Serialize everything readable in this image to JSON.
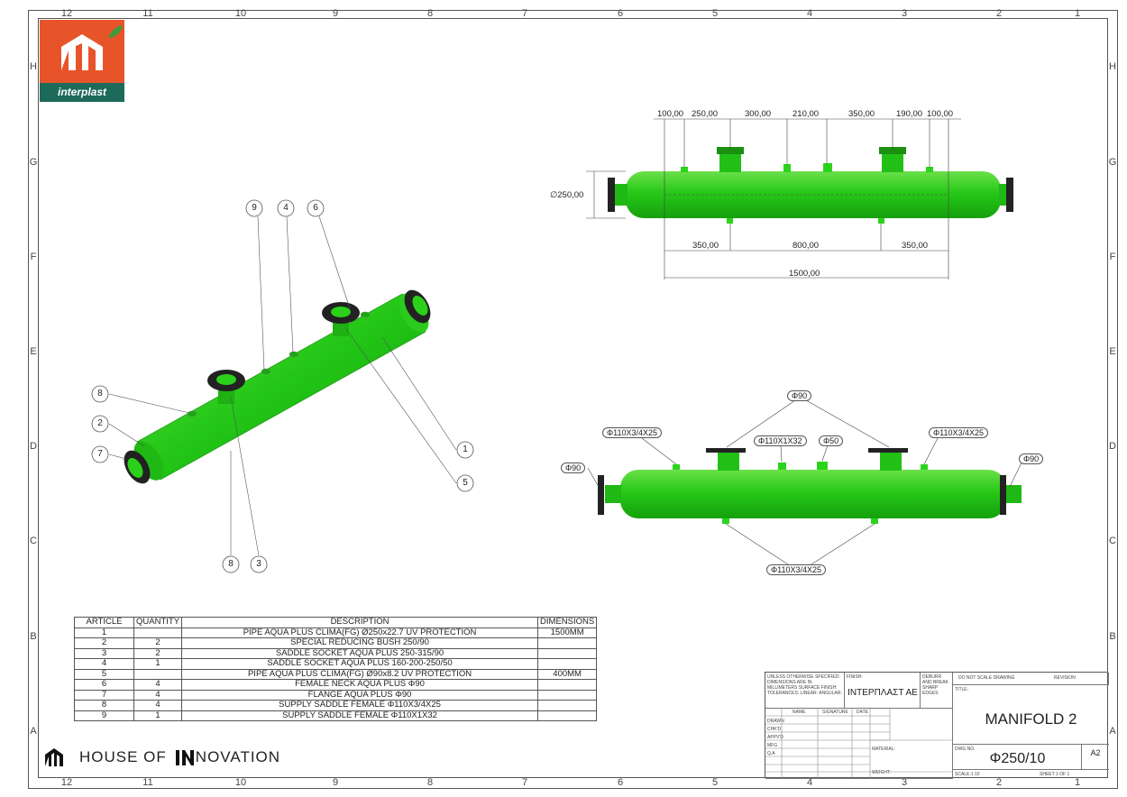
{
  "zones": {
    "columns": [
      "12",
      "11",
      "10",
      "9",
      "8",
      "7",
      "6",
      "5",
      "4",
      "3",
      "2",
      "1"
    ],
    "rows": [
      "H",
      "G",
      "F",
      "E",
      "D",
      "C",
      "B",
      "A"
    ]
  },
  "logo": {
    "brand": "interplast"
  },
  "footer_brand": {
    "part1": "HOUSE OF",
    "part2": "NOVATION"
  },
  "balloons": [
    "9",
    "4",
    "6",
    "8",
    "2",
    "7",
    "1",
    "5",
    "8",
    "3"
  ],
  "dimensions_top": {
    "spacings": [
      "100,00",
      "250,00",
      "300,00",
      "210,00",
      "350,00",
      "190,00",
      "100,00"
    ],
    "diameter": "∅250,00",
    "lower": [
      "350,00",
      "800,00",
      "350,00"
    ],
    "overall": "1500,00"
  },
  "callouts_front": {
    "top_phi90": "Φ90",
    "left_saddle": "Φ110X3/4X25",
    "mid_saddle": "Φ110X1X32",
    "phi50": "Φ50",
    "right_saddle": "Φ110X3/4X25",
    "left_end": "Φ90",
    "right_end": "Φ90",
    "bottom_saddle": "Φ110X3/4X25"
  },
  "bom": {
    "headers": [
      "ARTICLE",
      "QUANTITY",
      "DESCRIPTION",
      "DIMENSIONS"
    ],
    "rows": [
      [
        "1",
        "",
        "PIPE AQUA PLUS CLIMA(FG) Ø250x22.7 UV PROTECTION",
        "1500MM"
      ],
      [
        "2",
        "2",
        "SPECIAL REDUCING BUSH 250/90",
        ""
      ],
      [
        "3",
        "2",
        "SADDLE SOCKET AQUA PLUS 250-315/90",
        ""
      ],
      [
        "4",
        "1",
        "SADDLE SOCKET AQUA PLUS 160-200-250/50",
        ""
      ],
      [
        "5",
        "",
        "PIPE AQUA PLUS CLIMA(FG) Ø90x8.2 UV PROTECTION",
        "400MM"
      ],
      [
        "6",
        "4",
        "FEMALE NECK AQUA PLUS Φ90",
        ""
      ],
      [
        "7",
        "4",
        "FLANGE AQUA PLUS Φ90",
        ""
      ],
      [
        "8",
        "4",
        "SUPPLY SADDLE FEMALE Φ110X3/4X25",
        ""
      ],
      [
        "9",
        "1",
        "SUPPLY SADDLE FEMALE Φ110X1X32",
        ""
      ]
    ]
  },
  "title_block": {
    "notes": "UNLESS OTHERWISE SPECIFIED: DIMENSIONS ARE IN MILLIMETERS SURFACE FINISH: TOLERANCES: LINEAR: ANGULAR:",
    "finish_label": "FINISH:",
    "deburr": "DEBURR AND BREAK SHARP EDGES",
    "do_not_scale": "DO NOT SCALE DRAWING",
    "revision": "REVISION",
    "company": "ΙΝΤΕΡΠΛΑΣΤ ΑΕ",
    "name_col": "NAME",
    "signature_col": "SIGNATURE",
    "date_col": "DATE",
    "roles": [
      "DRAWN",
      "CHK'D",
      "APPV'D",
      "MFG",
      "Q.A"
    ],
    "title_label": "TITLE:",
    "title": "MANIFOLD 2",
    "material_label": "MATERIAL:",
    "dwg_label": "DWG NO.",
    "dwg_no": "Φ250/10",
    "size": "A2",
    "weight_label": "WEIGHT:",
    "scale": "SCALE:1:10",
    "sheet": "SHEET 1 OF 1"
  }
}
